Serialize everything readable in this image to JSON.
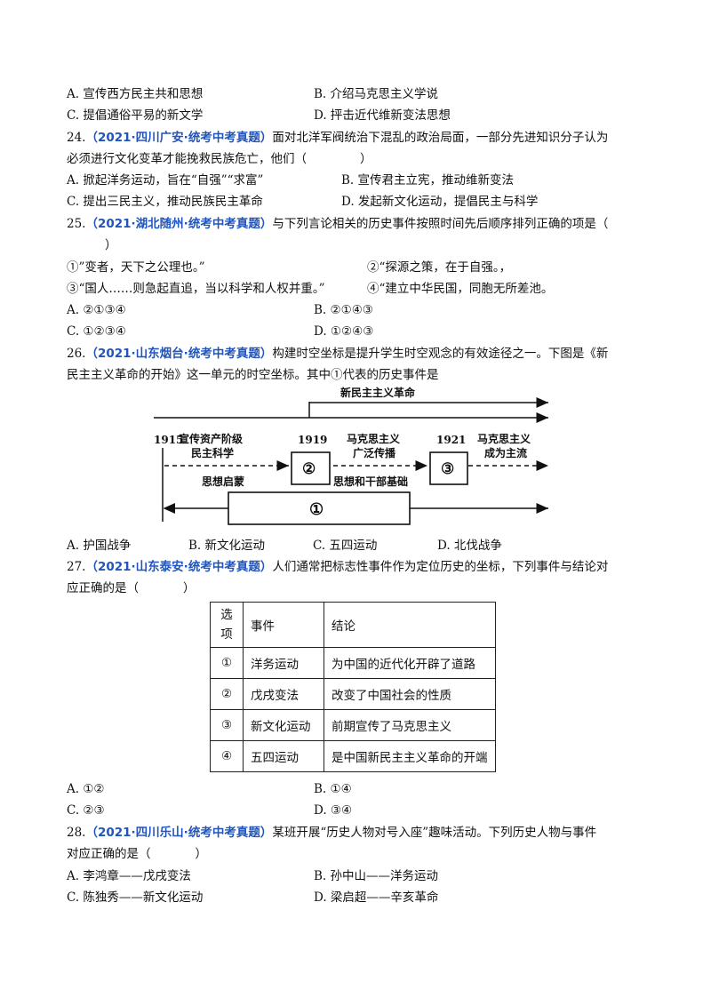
{
  "q23_options": {
    "A": "A. 宣传西方民主共和思想",
    "B": "B. 介绍马克思主义学说",
    "C": "C. 提倡通俗平易的新文学",
    "D": "D. 抨击近代维新变法思想"
  },
  "q24": {
    "num": "24.",
    "source": "（2021·四川广安·统考中考真题）",
    "stem1": "面对北洋军阀统治下混乱的政治局面，一部分先进知识分子认为",
    "stem2": "必须进行文化变革才能挽救民族危亡，他们（",
    "stem2_end": "）",
    "A": "A. 掀起洋务运动，旨在“自强”“求富”",
    "B": "B. 宣传君主立宪，推动维新变法",
    "C": "C. 提出三民主义，推动民族民主革命",
    "D": "D. 发起新文化运动，提倡民主与科学"
  },
  "q25": {
    "num": "25.",
    "source": "（2021·湖北随州·统考中考真题）",
    "stem1": "与下列言论相关的历史事件按照时间先后顺序排列正确的项是（",
    "stem2": "）",
    "s1": "①”变者，天下之公理也。”",
    "s2": "②“探源之策，在于自强。，",
    "s3": "③“国人……则急起直追，当以科学和人权并重。”",
    "s4": "④“建立中华民国，同胞无所差池。",
    "A": "A. ②①③④",
    "B": "B. ②①④③",
    "C": "C. ①②③④",
    "D": "D. ①②④③"
  },
  "q26": {
    "num": "26.",
    "source": "（2021·山东烟台·统考中考真题）",
    "stem1": "构建时空坐标是提升学生时空观念的有效途径之一。下图是《新",
    "stem2": "民主主义革命的开始》这一单元的时空坐标。其中①代表的历史事件是",
    "timeline": {
      "top_label": "新民主主义革命",
      "year1": "1915",
      "year2": "1919",
      "year3": "1921",
      "seg1_line1": "宣传资产阶级",
      "seg1_line2": "民主科学",
      "seg2_line1": "马克思主义",
      "seg2_line2": "广泛传播",
      "seg3_line1": "马克思主义",
      "seg3_line2": "成为主流",
      "box2": "②",
      "box3": "③",
      "box1": "①",
      "under1": "思想启蒙",
      "under2": "思想和干部基础"
    },
    "A": "A. 护国战争",
    "B": "B. 新文化运动",
    "C": "C. 五四运动",
    "D": "D. 北伐战争"
  },
  "q27": {
    "num": "27.",
    "source": "（2021·山东泰安·统考中考真题）",
    "stem1": "人们通常把标志性事件作为定位历史的坐标，下列事件与结论对",
    "stem2": "应正确的是（",
    "stem2_end": "）",
    "table": {
      "header": [
        "选项",
        "事件",
        "结论"
      ],
      "rows": [
        [
          "①",
          "洋务运动",
          "为中国的近代化开辟了道路"
        ],
        [
          "②",
          "戊戌变法",
          "改变了中国社会的性质"
        ],
        [
          "③",
          "新文化运动",
          "前期宣传了马克思主义"
        ],
        [
          "④",
          "五四运动",
          "是中国新民主主义革命的开端"
        ]
      ]
    },
    "A": "A. ①②",
    "B": "B. ①④",
    "C": "C. ②③",
    "D": "D. ③④"
  },
  "q28": {
    "num": "28.",
    "source": "（2021·四川乐山·统考中考真题）",
    "stem1": "某班开展“历史人物对号入座”趣味活动。下列历史人物与事件",
    "stem2": "对应正确的是（",
    "stem2_end": "）",
    "A": "A. 李鸿章——戊戌变法",
    "B": "B. 孙中山——洋务运动",
    "C": "C. 陈独秀——新文化运动",
    "D": "D. 梁启超——辛亥革命"
  }
}
